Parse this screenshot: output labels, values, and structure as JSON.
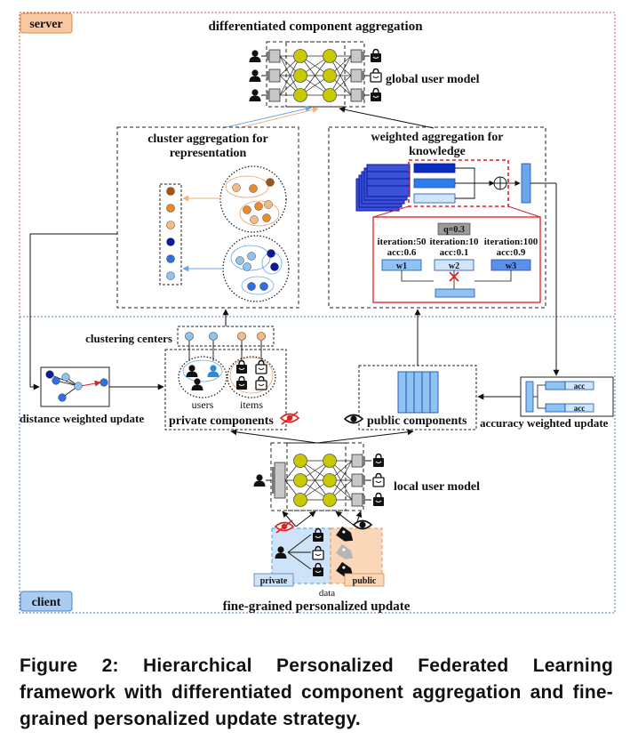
{
  "labels": {
    "server": "server",
    "client": "client",
    "differentiated_title": "differentiated component aggregation",
    "global_user_model": "global user model",
    "cluster_title_1": "cluster aggregation for",
    "cluster_title_2": "representation",
    "weighted_title_1": "weighted aggregation for",
    "weighted_title_2": "knowledge",
    "q": "q=0.3",
    "it1": "iteration:50",
    "acc1": "acc:0.6",
    "w1": "w1",
    "it2": "iteration:10",
    "acc2": "acc:0.1",
    "w2": "w2",
    "it3": "iteration:100",
    "acc3": "acc:0.9",
    "w3": "w3",
    "clustering_centers": "clustering centers",
    "users": "users",
    "items": "items",
    "private_components": "private components",
    "public_components": "public components",
    "distance_weighted_update": "distance weighted update",
    "accuracy_weighted_update": "accuracy weighted update",
    "acc_a": "acc",
    "acc_b": "acc",
    "local_user_model": "local user model",
    "private": "private",
    "public": "public",
    "data": "data",
    "fine_grained": "fine-grained personalized update"
  },
  "caption": "Figure 2: Hierarchical Personalized Federated Learning framework with differentiated component aggregation and fine-grained personalized update strategy.",
  "colors": {
    "server_border": "#d9534f",
    "client_border": "#4a7fc1",
    "server_tag": "#f8c9a0",
    "client_tag": "#a9cdf2",
    "neuron": "#c9c900",
    "red": "#e02020",
    "blue": "#2f6fe0",
    "orange": "#e98a2b"
  },
  "icons": [
    "user-icon",
    "bag-icon",
    "eye-icon",
    "eye-slash-icon",
    "tag-icon",
    "plus-circle-icon",
    "cross-icon"
  ]
}
